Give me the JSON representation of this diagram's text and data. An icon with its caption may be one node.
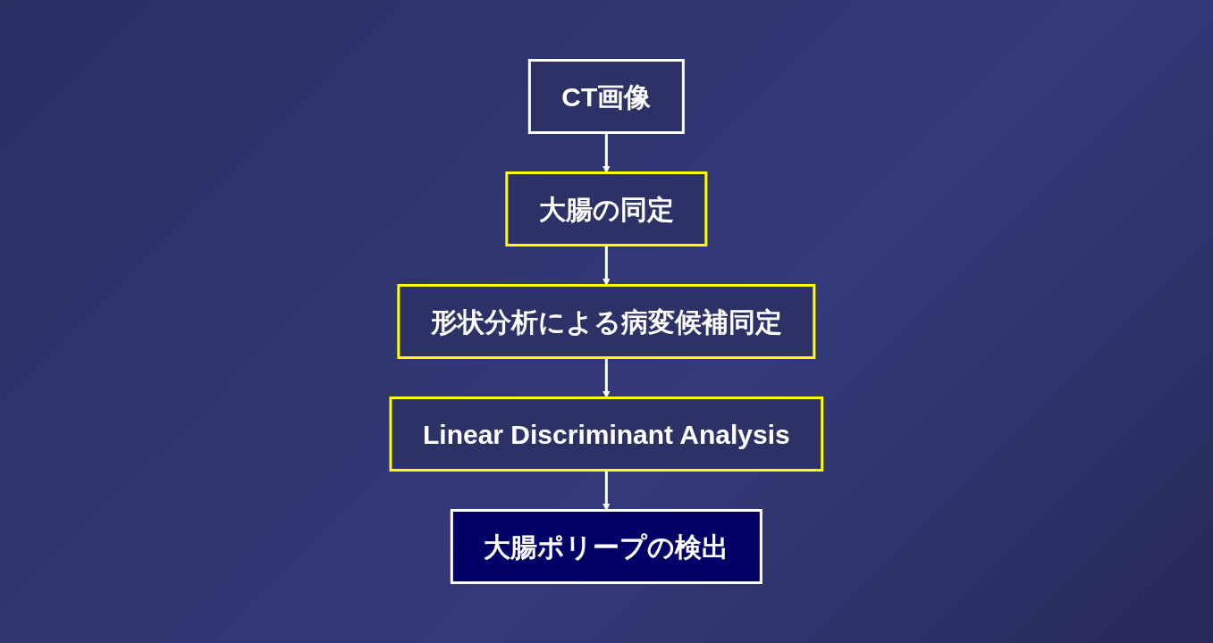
{
  "diagram": {
    "nodes": [
      {
        "text": [
          "CT画像"
        ]
      },
      {
        "text": [
          "大腸の同定"
        ]
      },
      {
        "text": [
          "形状分析による病変候補同定"
        ]
      },
      {
        "text": [
          "Linear Discriminant Analysis"
        ]
      },
      {
        "text": [
          "大腸ポリープの検出"
        ]
      }
    ],
    "edges": [
      {
        "from": 0,
        "to": 1,
        "arrow": "to"
      },
      {
        "from": 1,
        "to": 2,
        "arrow": "to"
      },
      {
        "from": 2,
        "to": 3,
        "arrow": "to"
      },
      {
        "from": 3,
        "to": 4,
        "arrow": "to"
      }
    ]
  }
}
